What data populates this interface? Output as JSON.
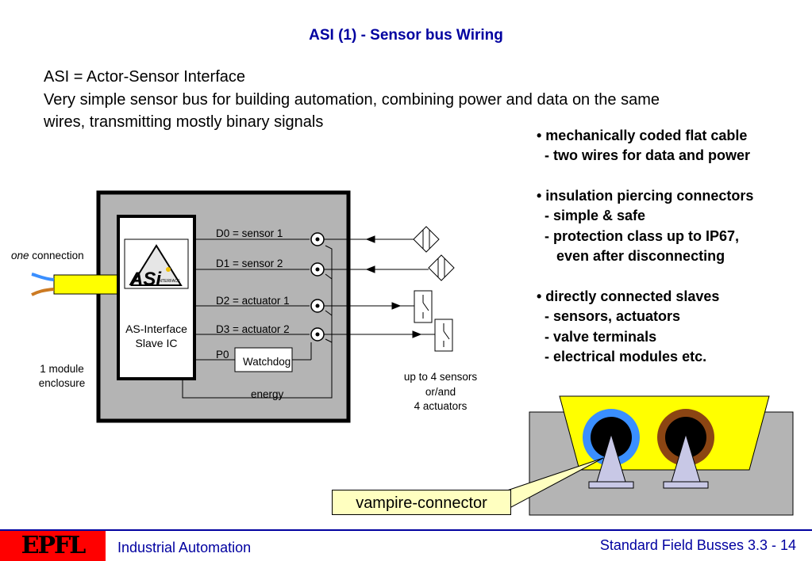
{
  "title": "ASI (1) - Sensor bus Wiring",
  "intro": [
    "ASI = Actor-Sensor Interface",
    "Very simple sensor bus for building automation, combining power and data on the same",
    "wires, transmitting mostly binary signals"
  ],
  "bullets": {
    "cable": "• mechanically coded flat cable\n  - two wires for data and power",
    "connectors": "• insulation piercing connectors\n  - simple & safe\n  - protection class up to IP67,\n     even after disconnecting",
    "slaves": "• directly connected slaves\n  - sensors, actuators\n  - valve terminals\n  - electrical modules etc."
  },
  "diagram": {
    "connection_em": "one",
    "connection_rest": " connection",
    "module_enclosure": [
      "1 module",
      "enclosure"
    ],
    "chip_label": [
      "AS-Interface",
      "Slave IC"
    ],
    "logo_text": "ASi",
    "logo_small": "INTERFACE",
    "channels": [
      "D0 = sensor 1",
      "D1 = sensor 2",
      "D2 = actuator 1",
      "D3 = actuator 2"
    ],
    "p0": "P0",
    "watchdog": "Watchdog",
    "energy": "energy",
    "capacity": [
      "up to 4 sensors",
      "or/and",
      "4 actuators"
    ]
  },
  "vampire_label": "vampire-connector",
  "footer": {
    "logo": "EPFL",
    "left": "Industrial Automation",
    "right": "Standard Field Busses 3.3 - 14"
  },
  "colors": {
    "title": "#0000a0",
    "enclosure_fill": "#b4b4b4",
    "cable_yellow": "#ffff00",
    "wire_blue": "#3a8fff",
    "wire_brown": "#8b4513",
    "connector_fill": "#c8c8e6",
    "footer_red": "#ff0000"
  }
}
